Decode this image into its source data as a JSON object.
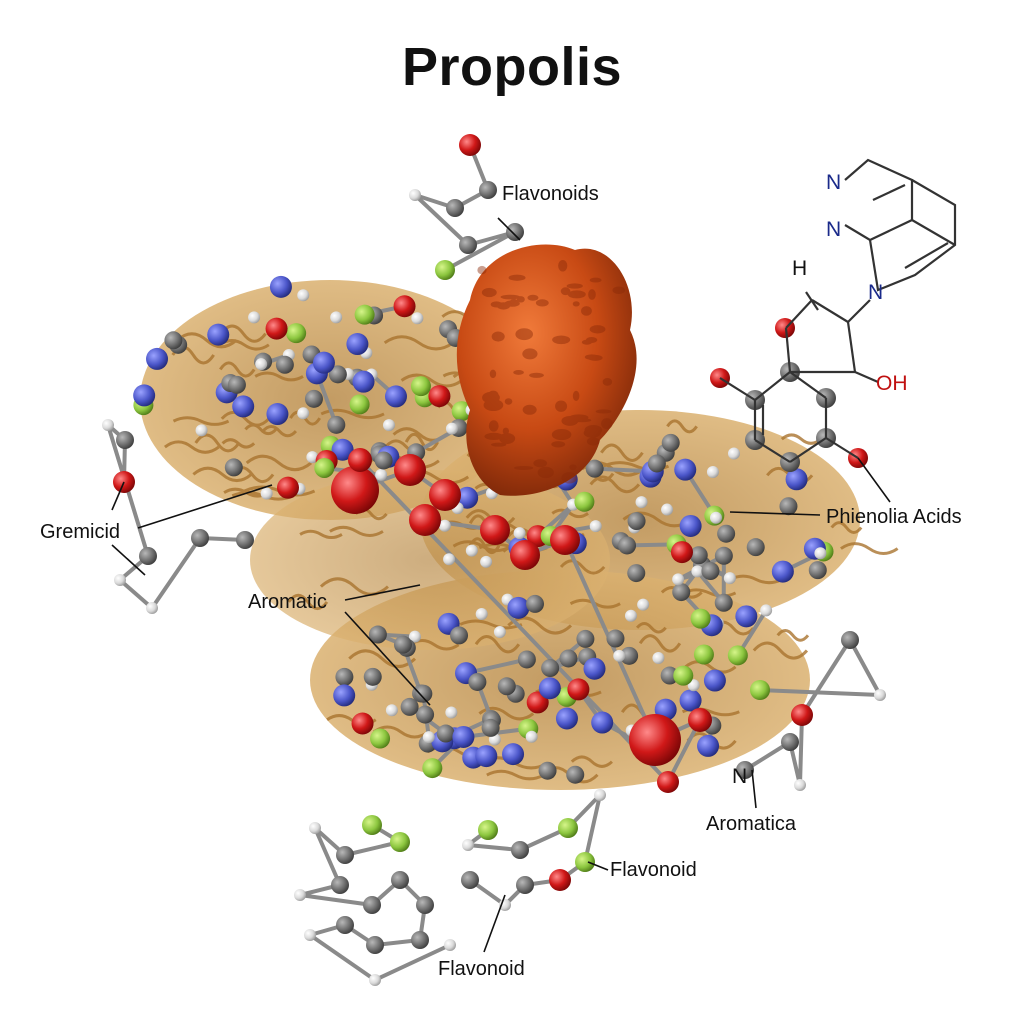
{
  "title": "Propolis",
  "labels": {
    "flavonoids": "Flavonoids",
    "gremicid": "Gremicid",
    "phenolic": "Phienolia Acids",
    "aromatic": "Aromatic",
    "aromatica": "Aromatica",
    "flavonoid_right": "Flavonoid",
    "flavonoid_bottom": "Flavonoid"
  },
  "structure": {
    "atom_n1": "N",
    "atom_n2": "N",
    "atom_n3": "N",
    "atom_hh": "H",
    "atom_oh": "OH",
    "atom_n_center": "N"
  },
  "colors": {
    "carbon": "#6f6f6f",
    "hydrogen": "#e8e8e8",
    "nitrogen": "#4a55c8",
    "oxygen": "#d01818",
    "other": "#8cc63f",
    "protein": "#c9954a",
    "resin": "#c84a14"
  }
}
